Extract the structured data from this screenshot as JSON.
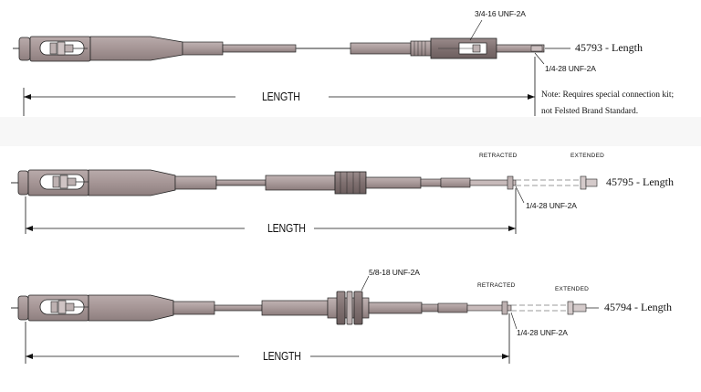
{
  "assemblies": [
    {
      "part_label": "45793 - Length",
      "length_label": "LENGTH",
      "thread_labels": [
        "3/4-16 UNF-2A",
        "1/4-28 UNF-2A"
      ],
      "note_lines": [
        "Note:  Requires special connection kit;",
        "not Felsted Brand Standard."
      ]
    },
    {
      "part_label": "45795 - Length",
      "length_label": "LENGTH",
      "retracted_label": "RETRACTED",
      "extended_label": "EXTENDED",
      "thread_labels": [
        "1/4-28 UNF-2A"
      ]
    },
    {
      "part_label": "45794 - Length",
      "length_label": "LENGTH",
      "retracted_label": "RETRACTED",
      "extended_label": "EXTENDED",
      "thread_labels": [
        "5/8-18 UNF-2A",
        "1/4-28 UNF-2A"
      ]
    }
  ],
  "colors": {
    "body_fill": "#a89a9a",
    "body_dark": "#8f8080",
    "outline": "#222222",
    "background": "#ffffff"
  }
}
